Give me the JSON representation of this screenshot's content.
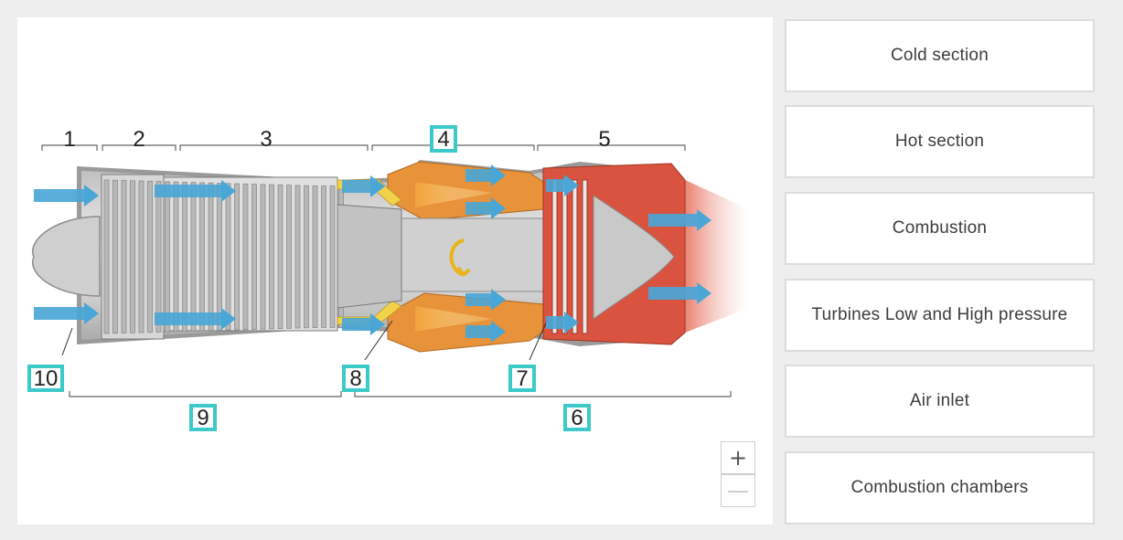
{
  "diagram": {
    "labels": [
      "1",
      "2",
      "3",
      "4",
      "5",
      "6",
      "7",
      "8",
      "9",
      "10"
    ],
    "highlighted_labels": [
      "4",
      "6",
      "7",
      "8",
      "9",
      "10"
    ],
    "highlight_color": "#3cc9c9",
    "air_flow_color": "#4aa6d6",
    "hot_exhaust_color": "#d9533f",
    "combustion_casing_color": "#e8923a"
  },
  "zoom": {
    "in_label": "+",
    "out_label": "—"
  },
  "answers": [
    {
      "label": "Cold section"
    },
    {
      "label": "Hot section"
    },
    {
      "label": "Combustion"
    },
    {
      "label": "Turbines Low and High pressure"
    },
    {
      "label": "Air inlet"
    },
    {
      "label": "Combustion chambers"
    }
  ]
}
